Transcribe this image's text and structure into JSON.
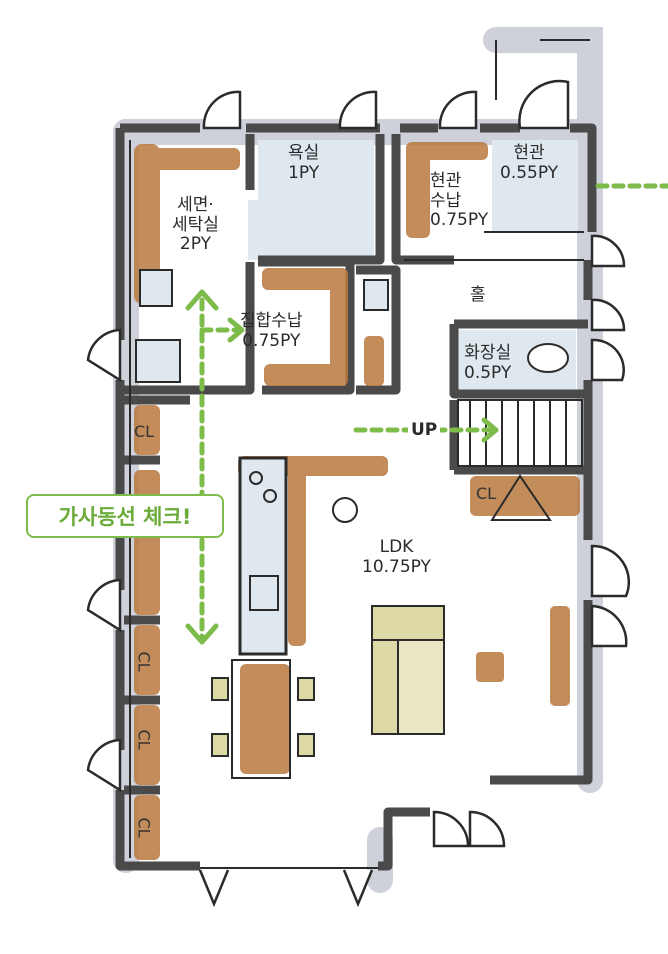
{
  "rooms": {
    "bathroom": {
      "name": "욕실",
      "size": "1PY"
    },
    "entrance": {
      "name": "현관",
      "size": "0.55PY"
    },
    "entrance_storage": {
      "name1": "현관",
      "name2": "수납",
      "size": "0.75PY"
    },
    "washroom": {
      "name1": "세면·",
      "name2": "세탁실",
      "size": "2PY"
    },
    "hall": {
      "name": "홀"
    },
    "collective_storage": {
      "name": "집합수납",
      "size": "0.75PY"
    },
    "toilet": {
      "name": "화장실",
      "size": "0.5PY"
    },
    "ldk": {
      "name": "LDK",
      "size": "10.75PY"
    }
  },
  "closet_labels": [
    "CL",
    "CL",
    "CL",
    "CL",
    "CL"
  ],
  "stairs_label": "UP",
  "badge": {
    "text": "가사동선 체크!"
  },
  "colors": {
    "wall": "#4a4a4a",
    "wall_shadow": "#c9cbd6",
    "wood": "#b9793e",
    "tile": "#dfe8ee",
    "sofa": "#ddd9a6",
    "arrow": "#7dbb4a"
  }
}
